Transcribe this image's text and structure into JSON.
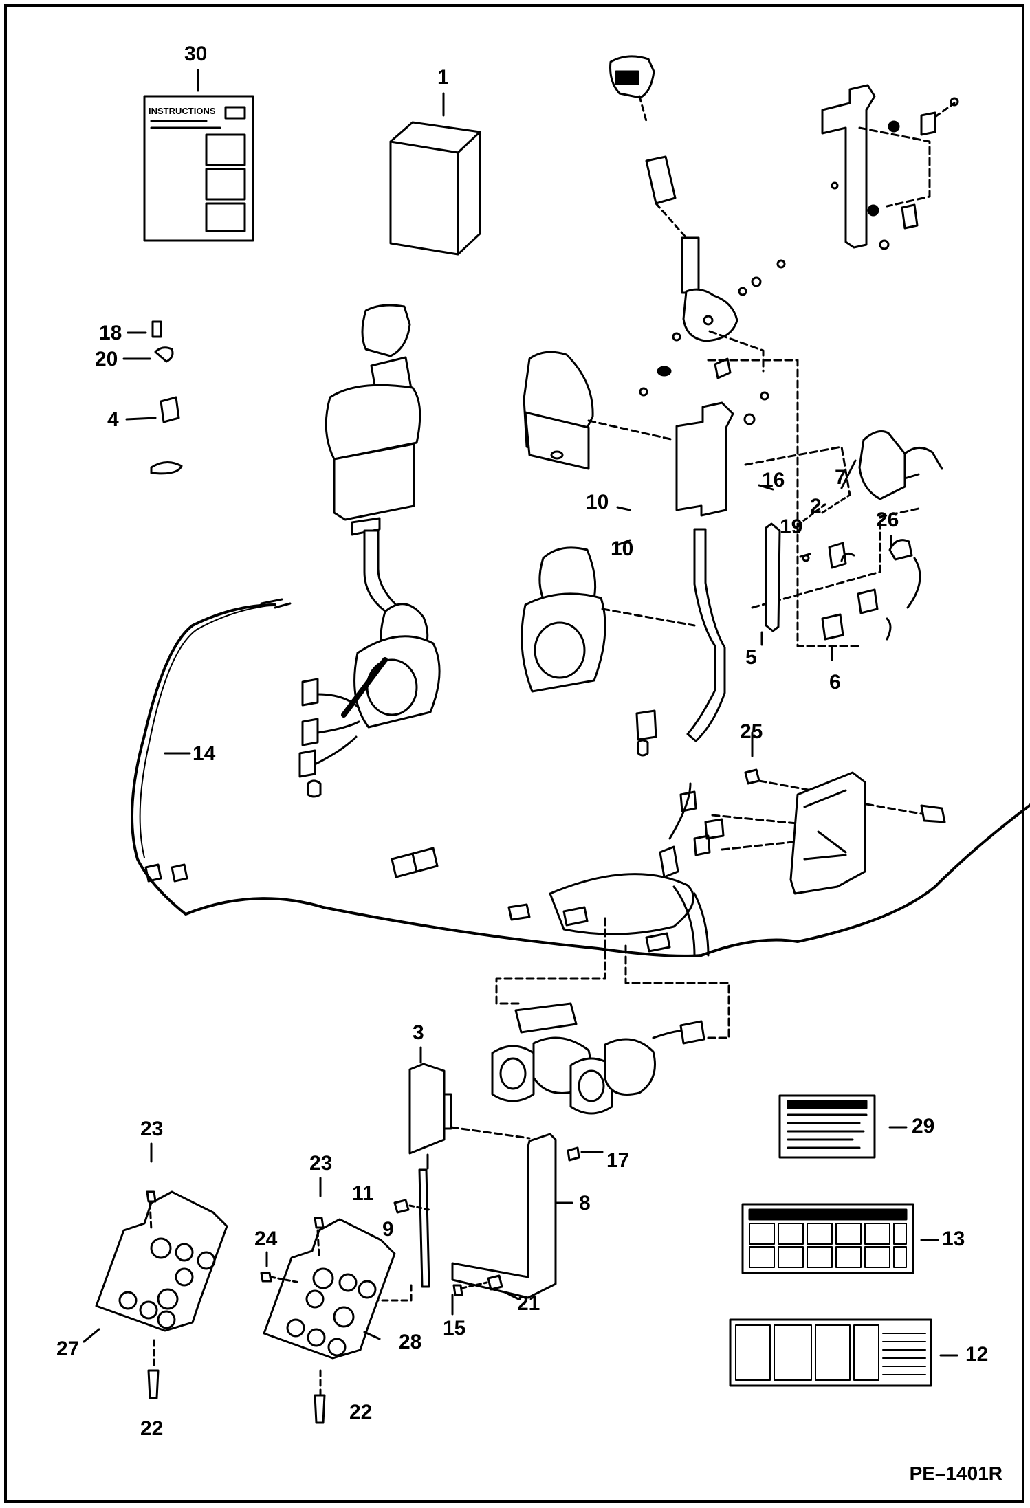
{
  "diagram": {
    "reference_code": "PE–1401R",
    "instructions_sheet_title": "INSTRUCTIONS",
    "labels": {
      "l1": "1",
      "l2": "2",
      "l3": "3",
      "l4": "4",
      "l5": "5",
      "l6": "6",
      "l7": "7",
      "l8": "8",
      "l9": "9",
      "l10a": "10",
      "l10b": "10",
      "l11": "11",
      "l12": "12",
      "l13": "13",
      "l14": "14",
      "l15": "15",
      "l16": "16",
      "l17": "17",
      "l18": "18",
      "l19": "19",
      "l20": "20",
      "l21": "21",
      "l22a": "22",
      "l22b": "22",
      "l23a": "23",
      "l23b": "23",
      "l24": "24",
      "l25": "25",
      "l26": "26",
      "l27": "27",
      "l28": "28",
      "l29": "29",
      "l30": "30"
    }
  }
}
